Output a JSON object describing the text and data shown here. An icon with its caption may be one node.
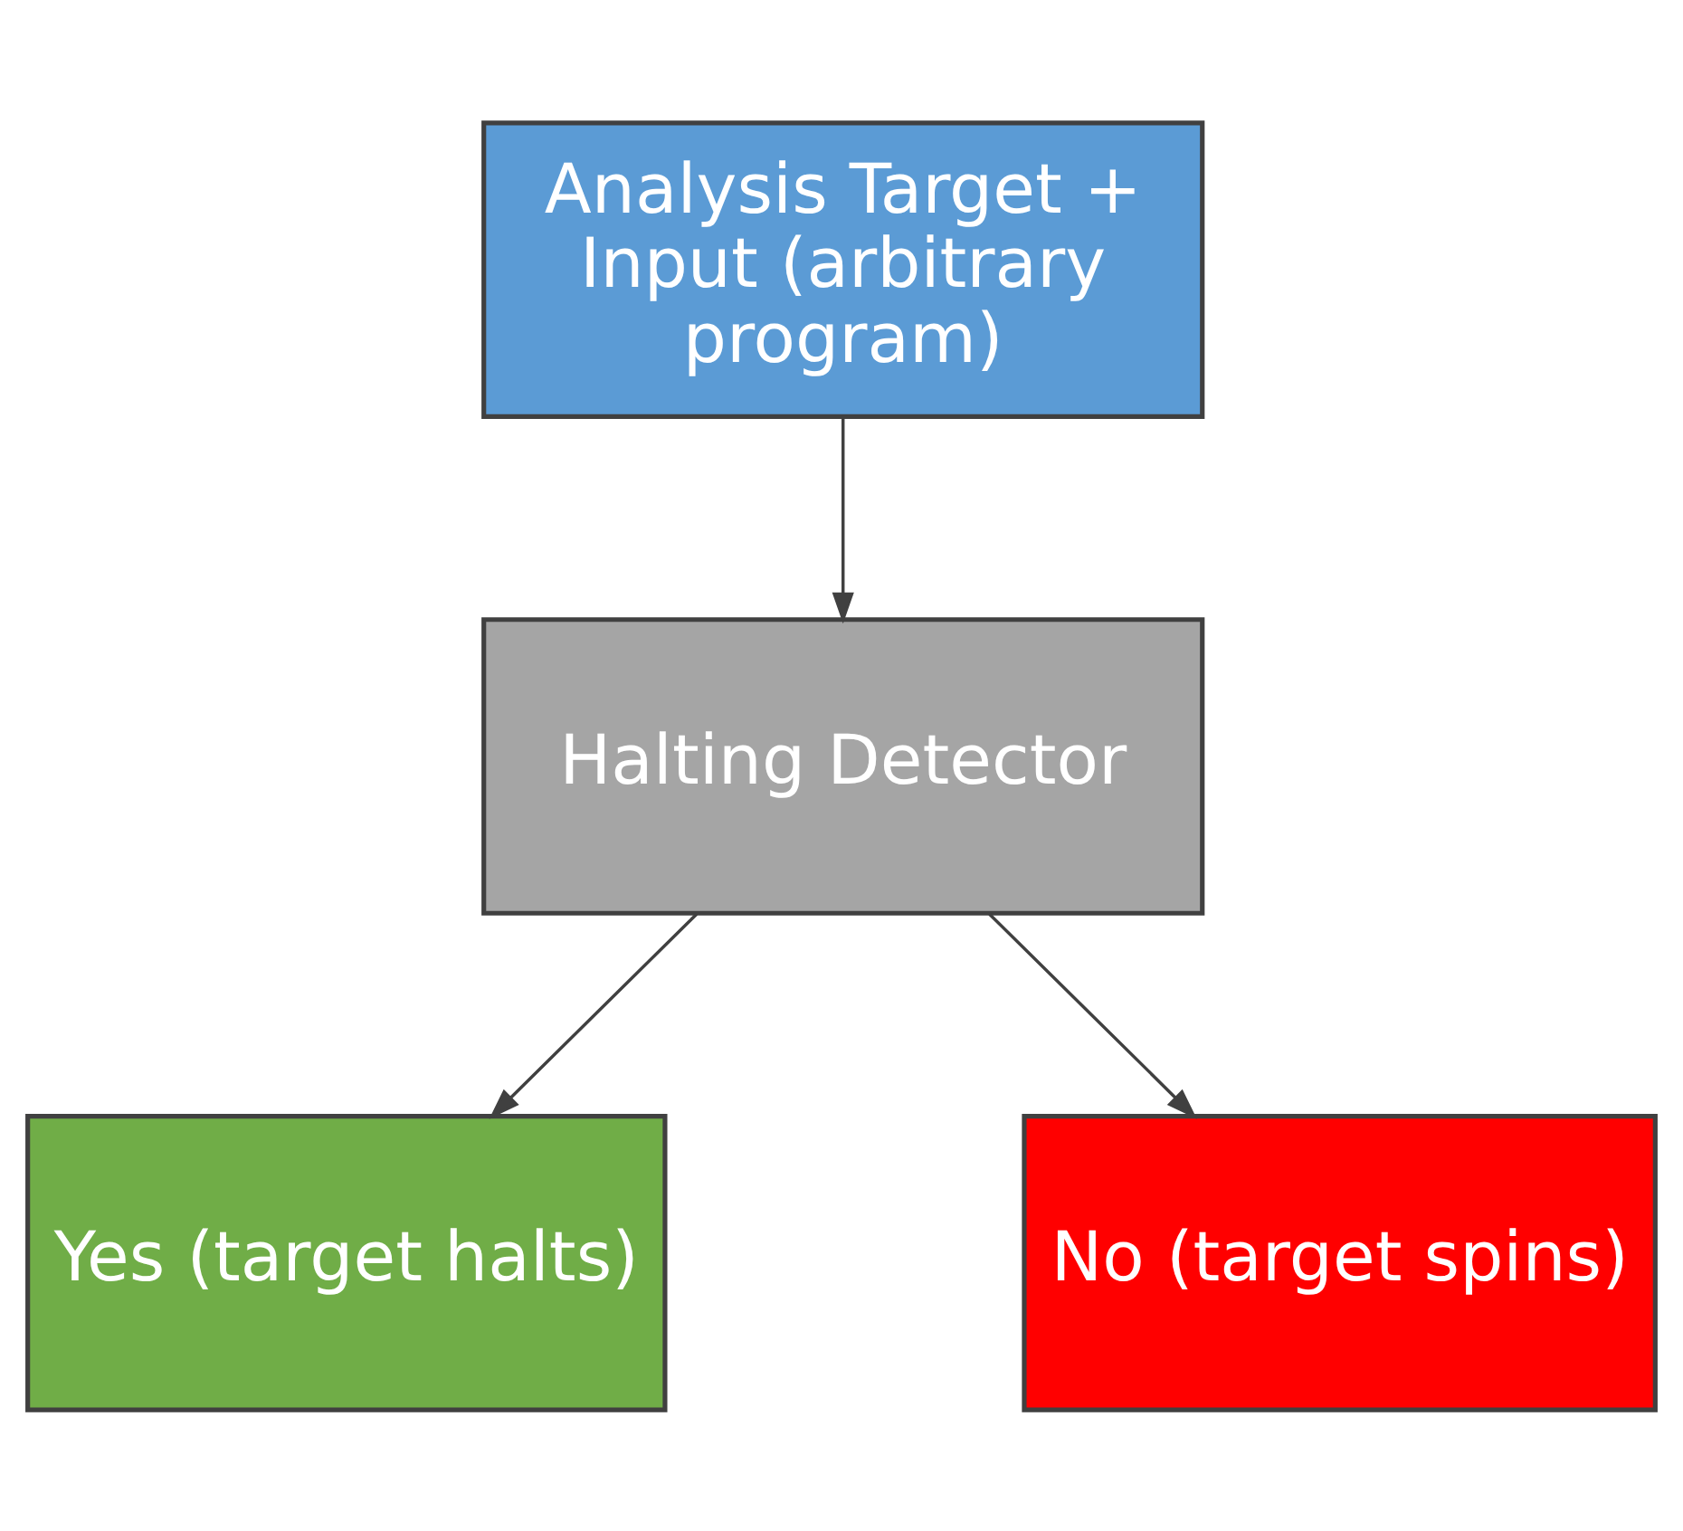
{
  "diagram": {
    "nodes": [
      {
        "text": [
          "Analysis Target + Input (arbitrary program)"
        ]
      },
      {
        "text": [
          "Halting Detector"
        ]
      },
      {
        "text": [
          "Yes (target halts)"
        ]
      },
      {
        "text": [
          "No (target spins)"
        ]
      }
    ],
    "edges": [
      {
        "from": 0,
        "to": 1,
        "arrow": "to"
      },
      {
        "from": 1,
        "to": 2,
        "arrow": "to"
      },
      {
        "from": 1,
        "to": 3,
        "arrow": "to"
      }
    ]
  }
}
